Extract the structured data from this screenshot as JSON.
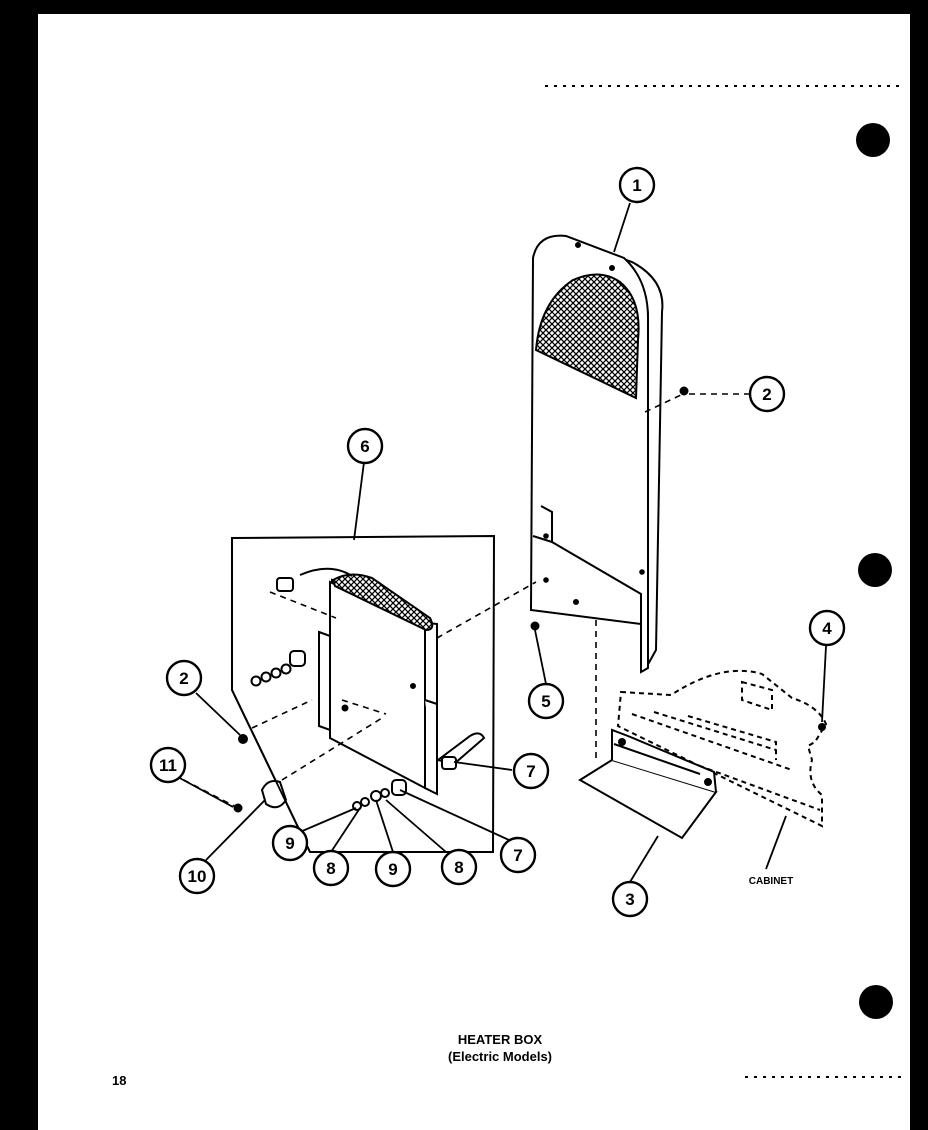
{
  "diagram": {
    "title": "HEATER BOX",
    "subtitle": "(Electric Models)",
    "page_number": "18",
    "cabinet_label": "CABINET",
    "callouts": [
      "1",
      "2",
      "2",
      "3",
      "4",
      "5",
      "6",
      "7",
      "7",
      "8",
      "8",
      "9",
      "9",
      "10",
      "11"
    ],
    "colors": {
      "ink": "#000000",
      "paper": "#ffffff",
      "background": "#000000"
    }
  }
}
